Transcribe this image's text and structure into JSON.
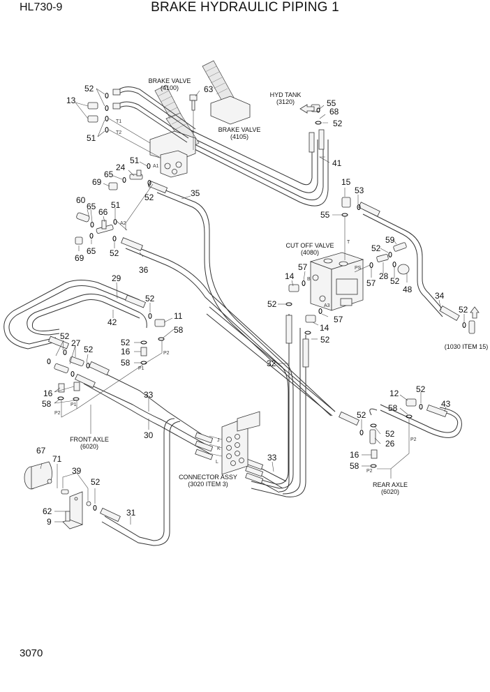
{
  "header": {
    "model": "HL730-9",
    "title": "BRAKE HYDRAULIC PIPING 1"
  },
  "footer": {
    "page_number": "3070"
  },
  "captions": {
    "brake_valve_4100": [
      "BRAKE VALVE",
      "(4100)"
    ],
    "brake_valve_4105": [
      "BRAKE VALVE",
      "(4105)"
    ],
    "hyd_tank": [
      "HYD  TANK",
      "(3120)"
    ],
    "cut_off_valve": [
      "CUT OFF VALVE",
      "(4080)"
    ],
    "item_1030": [
      "(1030 ITEM 15)"
    ],
    "front_axle": [
      "FRONT AXLE",
      "(6020)"
    ],
    "rear_axle": [
      "REAR AXLE",
      "(6020)"
    ],
    "connector_assy": [
      "CONNECTOR ASSY",
      "(3020 ITEM 3)"
    ]
  },
  "port_labels": [
    "T1",
    "T2",
    "A1",
    "A2",
    "T",
    "PS",
    "B",
    "A3",
    "P2",
    "P1",
    "P2",
    "P1",
    "P2",
    "P2",
    "J",
    "K",
    "L"
  ],
  "callouts": [
    {
      "id": "c52a",
      "text": "52"
    },
    {
      "id": "c13",
      "text": "13"
    },
    {
      "id": "c51a",
      "text": "51"
    },
    {
      "id": "c63",
      "text": "63"
    },
    {
      "id": "c55a",
      "text": "55"
    },
    {
      "id": "c68",
      "text": "68"
    },
    {
      "id": "c52b",
      "text": "52"
    },
    {
      "id": "c41",
      "text": "41"
    },
    {
      "id": "c51b",
      "text": "51"
    },
    {
      "id": "c24",
      "text": "24"
    },
    {
      "id": "c65a",
      "text": "65"
    },
    {
      "id": "c69a",
      "text": "69"
    },
    {
      "id": "c52c",
      "text": "52"
    },
    {
      "id": "c35",
      "text": "35"
    },
    {
      "id": "c60",
      "text": "60"
    },
    {
      "id": "c65b",
      "text": "65"
    },
    {
      "id": "c66",
      "text": "66"
    },
    {
      "id": "c51c",
      "text": "51"
    },
    {
      "id": "c69b",
      "text": "69"
    },
    {
      "id": "c65c",
      "text": "65"
    },
    {
      "id": "c52d",
      "text": "52"
    },
    {
      "id": "c36",
      "text": "36"
    },
    {
      "id": "c15",
      "text": "15"
    },
    {
      "id": "c53",
      "text": "53"
    },
    {
      "id": "c55b",
      "text": "55"
    },
    {
      "id": "c59",
      "text": "59"
    },
    {
      "id": "c52e",
      "text": "52"
    },
    {
      "id": "c57a",
      "text": "57"
    },
    {
      "id": "c28",
      "text": "28"
    },
    {
      "id": "c57b",
      "text": "57"
    },
    {
      "id": "c52f",
      "text": "52"
    },
    {
      "id": "c48",
      "text": "48"
    },
    {
      "id": "c14a",
      "text": "14"
    },
    {
      "id": "c52g",
      "text": "52"
    },
    {
      "id": "c57c",
      "text": "57"
    },
    {
      "id": "c14b",
      "text": "14"
    },
    {
      "id": "c52h",
      "text": "52"
    },
    {
      "id": "c34",
      "text": "34"
    },
    {
      "id": "c52i",
      "text": "52"
    },
    {
      "id": "c29",
      "text": "29"
    },
    {
      "id": "c52j",
      "text": "52"
    },
    {
      "id": "c11",
      "text": "11"
    },
    {
      "id": "c42",
      "text": "42"
    },
    {
      "id": "c58a",
      "text": "58"
    },
    {
      "id": "c52k",
      "text": "52"
    },
    {
      "id": "c16a",
      "text": "16"
    },
    {
      "id": "c58b",
      "text": "58"
    },
    {
      "id": "c52l",
      "text": "52"
    },
    {
      "id": "c27",
      "text": "27"
    },
    {
      "id": "c52m",
      "text": "52"
    },
    {
      "id": "c16b",
      "text": "16"
    },
    {
      "id": "c58c",
      "text": "58"
    },
    {
      "id": "c32",
      "text": "32"
    },
    {
      "id": "c33a",
      "text": "33"
    },
    {
      "id": "c30",
      "text": "30"
    },
    {
      "id": "c33b",
      "text": "33"
    },
    {
      "id": "c12",
      "text": "12"
    },
    {
      "id": "c52n",
      "text": "52"
    },
    {
      "id": "c58d",
      "text": "58"
    },
    {
      "id": "c43",
      "text": "43"
    },
    {
      "id": "c52o",
      "text": "52"
    },
    {
      "id": "c52p",
      "text": "52"
    },
    {
      "id": "c26",
      "text": "26"
    },
    {
      "id": "c16c",
      "text": "16"
    },
    {
      "id": "c58e",
      "text": "58"
    },
    {
      "id": "c67",
      "text": "67"
    },
    {
      "id": "c71",
      "text": "71"
    },
    {
      "id": "c39",
      "text": "39"
    },
    {
      "id": "c52q",
      "text": "52"
    },
    {
      "id": "c62",
      "text": "62"
    },
    {
      "id": "c9",
      "text": "9"
    },
    {
      "id": "c31",
      "text": "31"
    }
  ]
}
